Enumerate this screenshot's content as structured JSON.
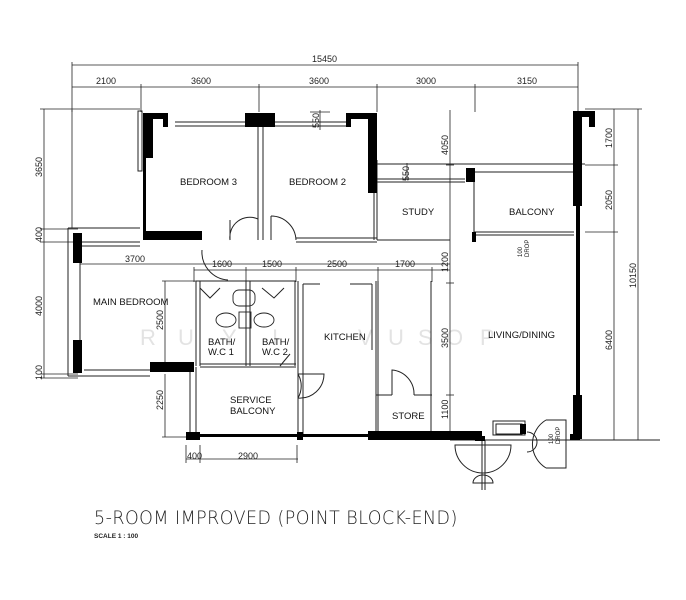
{
  "plan": {
    "title": "5-ROOM IMPROVED (POINT BLOCK-END)",
    "scale": "SCALE 1 : 100",
    "watermark": [
      "R",
      "U",
      "Y",
      "I",
      "V",
      "U",
      "S",
      "O",
      "P"
    ],
    "rooms": {
      "bedroom3": "BEDROOM 3",
      "bedroom2": "BEDROOM 2",
      "study": "STUDY",
      "balcony": "BALCONY",
      "main_bedroom": "MAIN BEDROOM",
      "bath1_l1": "BATH/",
      "bath1_l2": "W.C 1",
      "bath2_l1": "BATH/",
      "bath2_l2": "W.C 2",
      "kitchen": "KITCHEN",
      "living_dining": "LIVING/DINING",
      "service_balcony_l1": "SERVICE",
      "service_balcony_l2": "BALCONY",
      "store": "STORE"
    },
    "drop_notes": {
      "balcony_drop_value": "100",
      "balcony_drop_label": "DROP",
      "entrance_drop_value": "100",
      "entrance_drop_label": "DROP"
    },
    "dimensions": {
      "top_total": "15450",
      "top_segments": [
        "2100",
        "3600",
        "3600",
        "3000",
        "3150"
      ],
      "inner_550_top": "550",
      "inner_550_study": "550",
      "inner_4050": "4050",
      "left_3650": "3650",
      "left_400": "400",
      "left_4000": "4000",
      "left_100": "100",
      "main_bedroom_width": "3700",
      "row2": [
        "1600",
        "1500",
        "2500",
        "1700"
      ],
      "left_2500": "2500",
      "left_2250": "2250",
      "bottom_400": "400",
      "bottom_2900": "2900",
      "mid_1200": "1200",
      "mid_3500": "3500",
      "mid_1100": "1100",
      "right_1700": "1700",
      "right_2050": "2050",
      "right_6400": "6400",
      "right_total": "10150"
    }
  }
}
